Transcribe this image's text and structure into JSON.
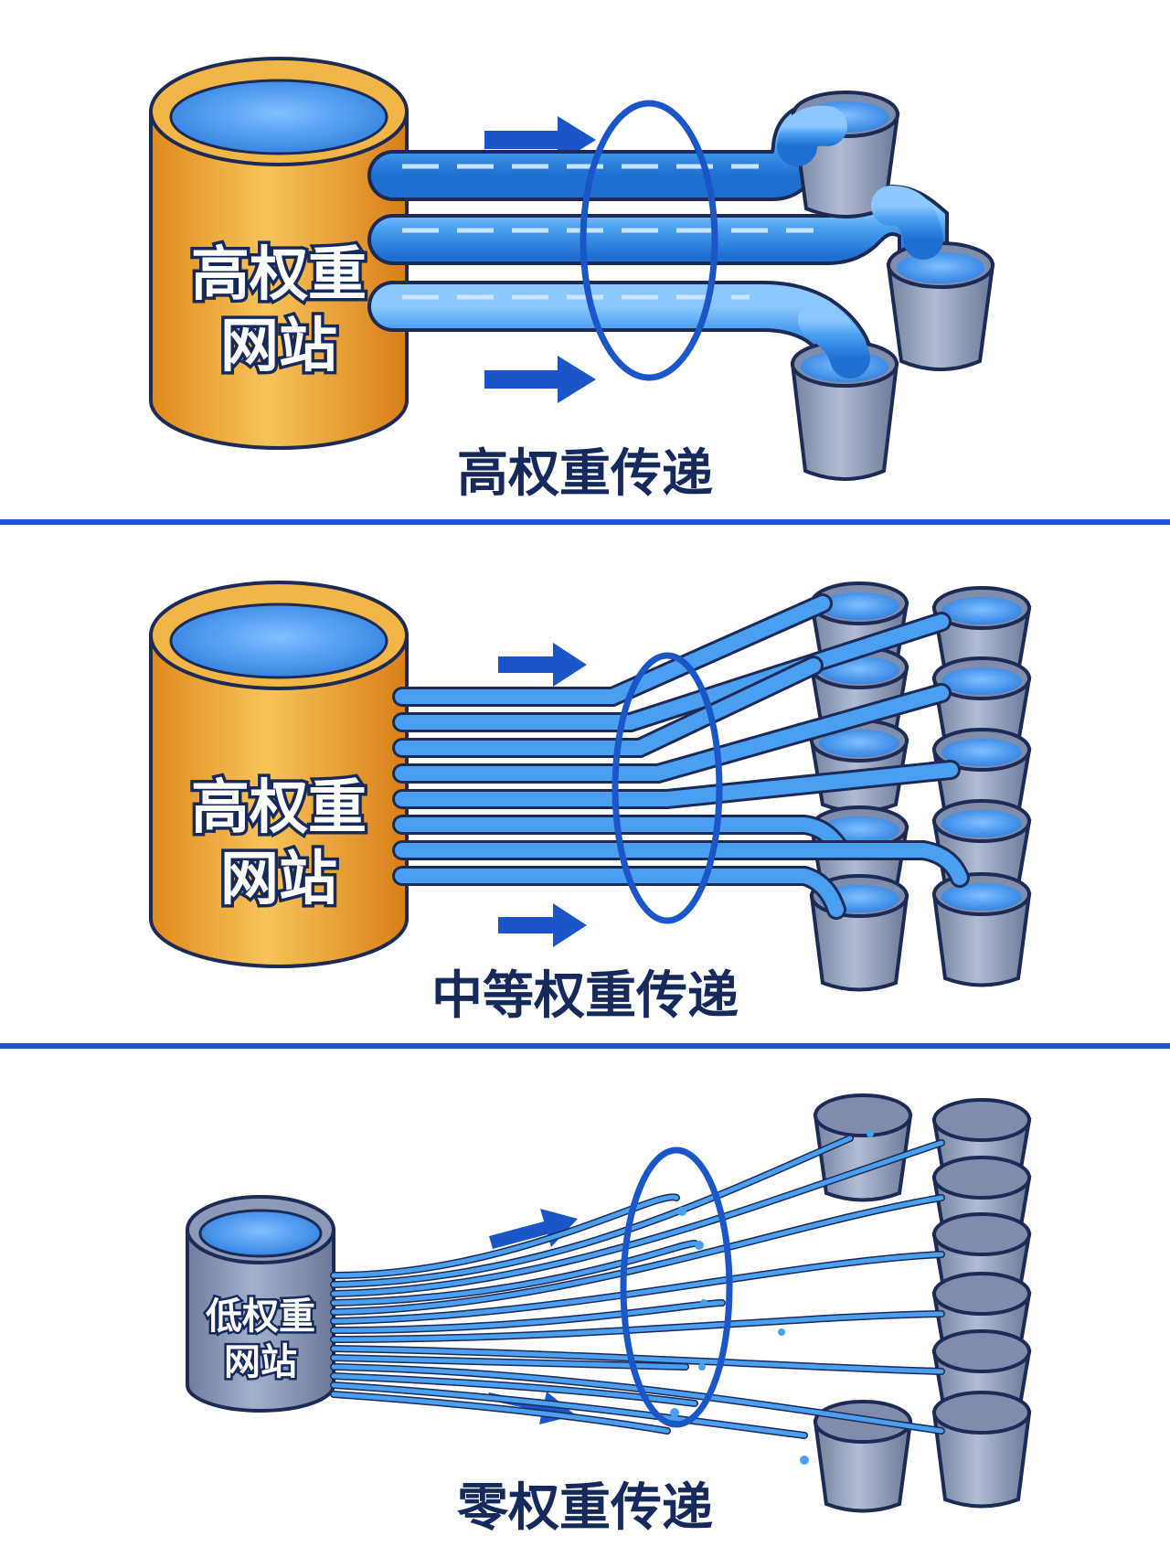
{
  "panels": [
    {
      "id": "high",
      "source_line1": "高权重",
      "source_line2": "网站",
      "caption": "高权重传递",
      "source_color": "#f4a732",
      "pipe_count": 3,
      "bucket_count": 3
    },
    {
      "id": "medium",
      "source_line1": "高权重",
      "source_line2": "网站",
      "caption": "中等权重传递",
      "source_color": "#f4a732",
      "pipe_count": 8,
      "bucket_count": 10
    },
    {
      "id": "zero",
      "source_line1": "低权重",
      "source_line2": "网站",
      "caption": "零权重传递",
      "source_color": "#8a97b5",
      "pipe_count": 14,
      "bucket_count": 8
    }
  ],
  "colors": {
    "water": "#3b8ee8",
    "pipe": "#4a9ff0",
    "ring": "#1a56c8",
    "arrow": "#1a56c8",
    "divider": "#1a56c8",
    "bucket": "#8e9bb8",
    "outline": "#1c2a55"
  }
}
